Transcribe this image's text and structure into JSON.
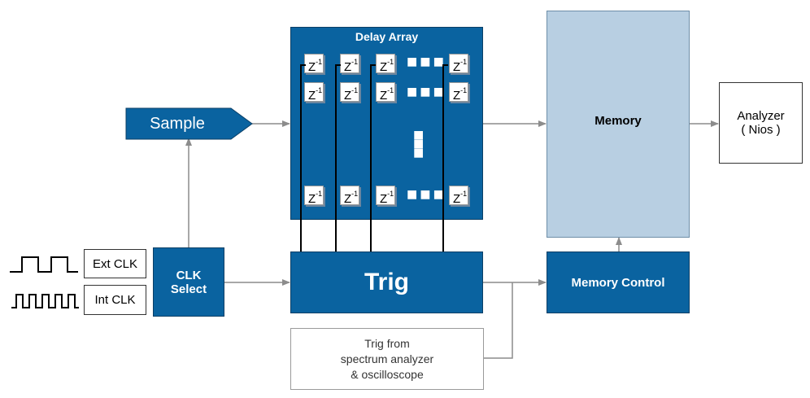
{
  "diagram": {
    "delay_array": {
      "title": "Delay Array",
      "cell_label": "Z",
      "cell_exponent": "-1"
    },
    "sample": {
      "label": "Sample"
    },
    "memory": {
      "label": "Memory"
    },
    "analyzer": {
      "line1": "Analyzer",
      "line2": "( Nios )"
    },
    "clk_select": {
      "line1": "CLK",
      "line2": "Select"
    },
    "ext_clk": {
      "label": "Ext CLK"
    },
    "int_clk": {
      "label": "Int CLK"
    },
    "trig": {
      "label": "Trig"
    },
    "memory_control": {
      "label": "Memory Control"
    },
    "trig_source": {
      "line1": "Trig from",
      "line2": "spectrum analyzer",
      "line3": "& oscilloscope"
    },
    "colors": {
      "block_blue": "#0a63a0",
      "memory_fill": "#b8cfe2",
      "arrow_gray": "#8c8c8c",
      "wire_black": "#000000"
    }
  }
}
